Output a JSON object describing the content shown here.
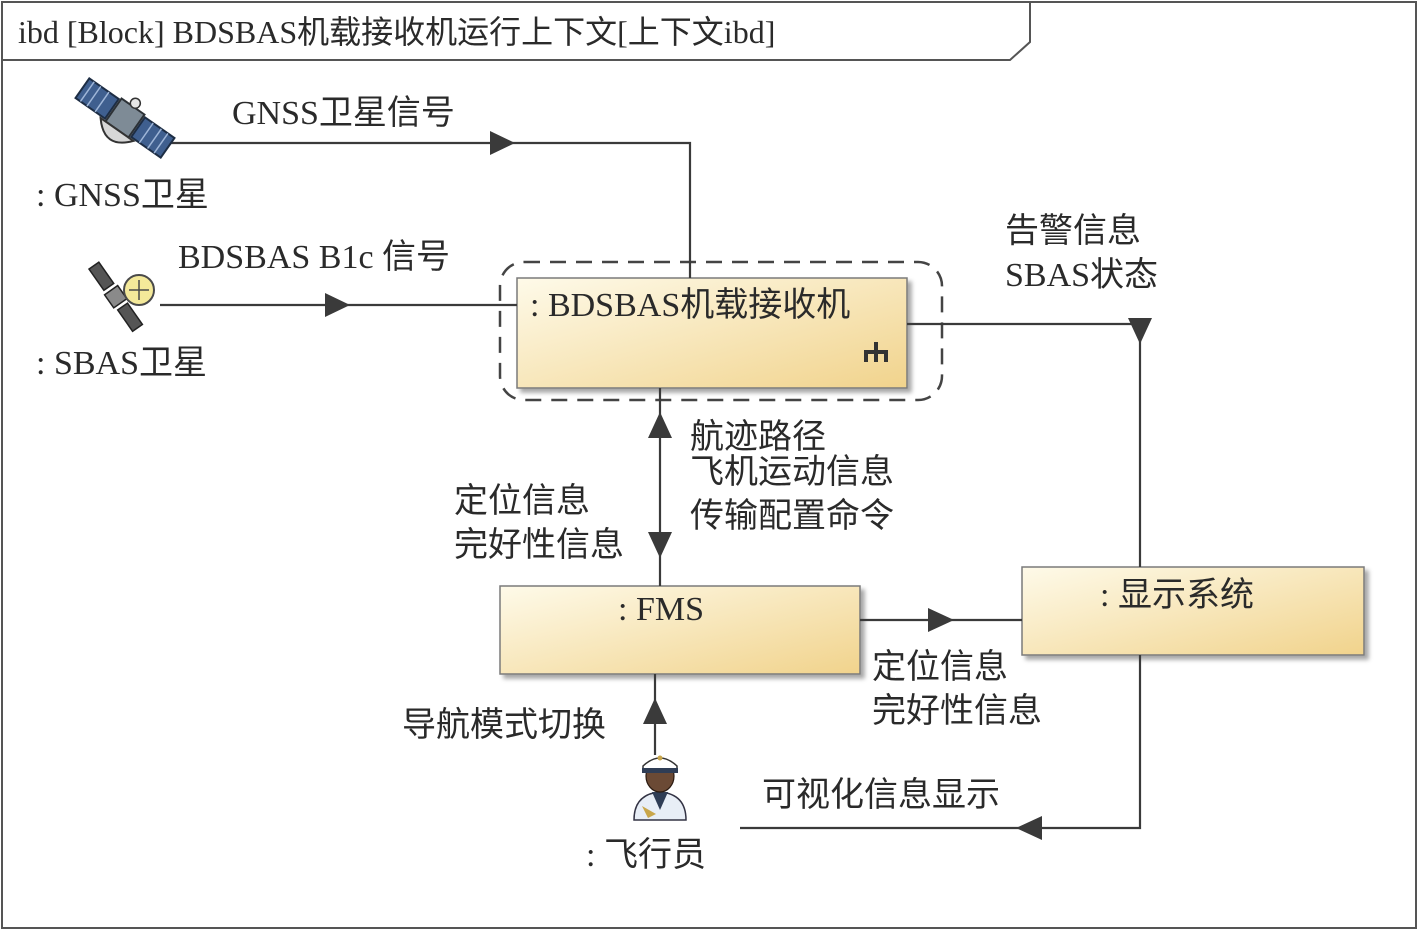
{
  "frame": {
    "title": "ibd [Block] BDSBAS机载接收机运行上下文[上下文ibd]"
  },
  "actors": {
    "gnss_satellite": ": GNSS卫星",
    "sbas_satellite": ": SBAS卫星",
    "pilot": ": 飞行员"
  },
  "blocks": {
    "receiver": ": BDSBAS机载接收机",
    "fms": ": FMS",
    "display": ": 显示系统"
  },
  "flows": {
    "gnss_signal": "GNSS卫星信号",
    "b1c_signal": "BDSBAS B1c 信号",
    "alarm_1": "告警信息",
    "alarm_2": "SBAS状态",
    "fms_to_rx_1": "航迹路径",
    "fms_to_rx_2": "飞机运动信息",
    "fms_to_rx_3": "传输配置命令",
    "rx_to_fms_1": "定位信息",
    "rx_to_fms_2": "完好性信息",
    "fms_to_disp_1": "定位信息",
    "fms_to_disp_2": "完好性信息",
    "nav_mode": "导航模式切换",
    "visual_display": "可视化信息显示"
  },
  "colors": {
    "block_fill_top": "#fdf6e0",
    "block_fill_bottom": "#f2d58f",
    "line": "#3a3a3a",
    "frame": "#555555"
  },
  "icons": [
    "satellite-icon",
    "sbas-satellite-icon",
    "pilot-icon",
    "fork-icon"
  ]
}
